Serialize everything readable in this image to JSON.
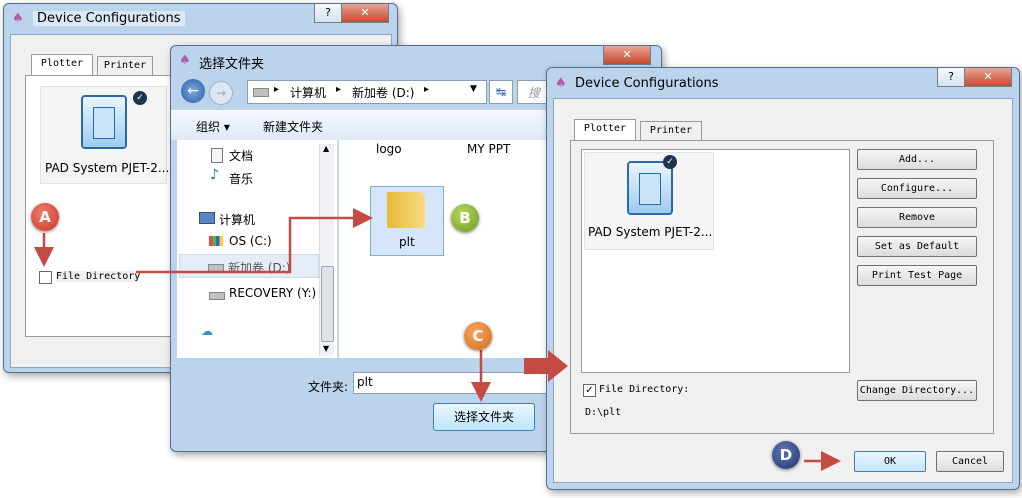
{
  "left_dialog": {
    "title": "Device Configurations",
    "help": "?",
    "close": "✕",
    "tabs": [
      "Plotter",
      "Printer"
    ],
    "device_name": "PAD System PJET-2...",
    "file_directory_label": "File Directory"
  },
  "folder_dialog": {
    "title": "选择文件夹",
    "close": "✕",
    "breadcrumb": [
      "计算机",
      "新加卷 (D:)"
    ],
    "search_placeholder": "搜",
    "toolbar": {
      "organize": "组织 ▾",
      "new_folder": "新建文件夹"
    },
    "nav_items": [
      "文档",
      "音乐",
      "计算机",
      "OS (C:)",
      "新加卷 (D:)",
      "RECOVERY (Y:)"
    ],
    "file_items": [
      "logo",
      "MY PPT"
    ],
    "selected_folder": "plt",
    "folder_label": "文件夹:",
    "folder_value": "plt",
    "select_button": "选择文件夹"
  },
  "right_dialog": {
    "title": "Device Configurations",
    "help": "?",
    "close": "✕",
    "tabs": [
      "Plotter",
      "Printer"
    ],
    "device_name": "PAD System PJET-2...",
    "buttons": [
      "Add...",
      "Configure...",
      "Remove",
      "Set as Default",
      "Print Test Page"
    ],
    "file_directory_label": "File Directory:",
    "file_directory_checked": "✓",
    "change_directory": "Change Directory...",
    "path": "D:\\plt",
    "ok": "OK",
    "cancel": "Cancel"
  },
  "badges": {
    "a": "A",
    "b": "B",
    "c": "C",
    "d": "D"
  },
  "colors": {
    "badge_red": "#c8372a",
    "badge_green": "#6e9a22",
    "badge_orange": "#d86a1c",
    "badge_navy": "#22356b",
    "arrow": "#c44b44"
  }
}
